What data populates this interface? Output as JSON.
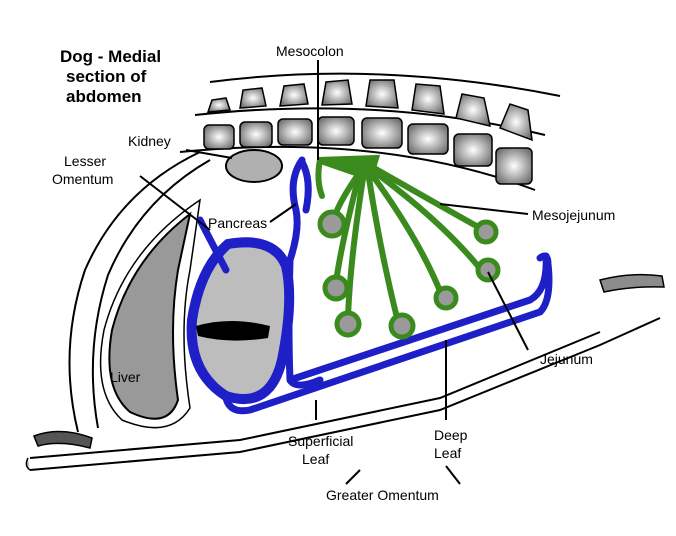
{
  "title": {
    "line1": "Dog - Medial",
    "line2": "section of",
    "line3": "abdomen"
  },
  "labels": {
    "mesocolon": "Mesocolon",
    "kidney": "Kidney",
    "lesser_omentum_1": "Lesser",
    "lesser_omentum_2": "Omentum",
    "pancreas": "Pancreas",
    "mesojejunum": "Mesojejunum",
    "liver": "Liver",
    "jejunum": "Jejunum",
    "superficial_leaf_1": "Superficial",
    "superficial_leaf_2": "Leaf",
    "deep_leaf_1": "Deep",
    "deep_leaf_2": "Leaf",
    "greater_omentum": "Greater Omentum"
  },
  "colors": {
    "omentum_blue": "#1f1fc8",
    "mesentery_green": "#3a8a1e",
    "organ_gray": "#a8a8a8",
    "dark_gray": "#7d7d7d",
    "outline": "#000000"
  }
}
